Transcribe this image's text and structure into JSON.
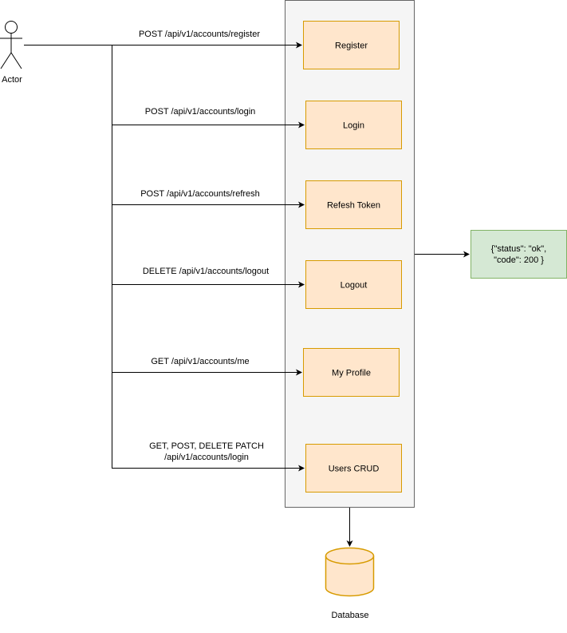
{
  "actor": {
    "label": "Actor"
  },
  "service": {
    "endpoints": [
      {
        "label": "POST /api/v1/accounts/register",
        "box": "Register"
      },
      {
        "label": "POST /api/v1/accounts/login",
        "box": "Login"
      },
      {
        "label": "POST /api/v1/accounts/refresh",
        "box": "Refesh Token"
      },
      {
        "label": "DELETE /api/v1/accounts/logout",
        "box": "Logout"
      },
      {
        "label": "GET /api/v1/accounts/me",
        "box": "My Profile"
      },
      {
        "label_line1": "GET, POST, DELETE PATCH",
        "label_line2": "/api/v1/accounts/login",
        "box": "Users CRUD"
      }
    ]
  },
  "response": {
    "line1": "{\"status\": \"ok\",",
    "line2": "\"code\": 200 }"
  },
  "database": {
    "label": "Database"
  },
  "colors": {
    "box_fill": "#ffe6cc",
    "box_stroke": "#d79b00",
    "container_fill": "#f5f5f5",
    "container_stroke": "#666666",
    "response_fill": "#d5e8d4",
    "response_stroke": "#82b366"
  }
}
